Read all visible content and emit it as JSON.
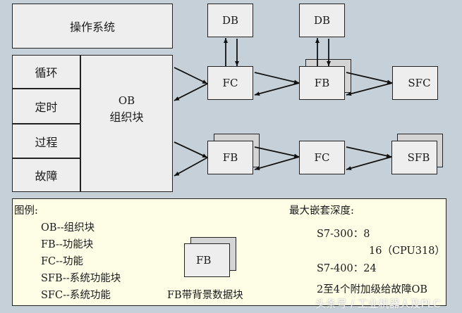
{
  "os_box": {
    "label": "操作系统"
  },
  "ob_events": [
    {
      "label": "循环"
    },
    {
      "label": "定时"
    },
    {
      "label": "过程"
    },
    {
      "label": "故障"
    }
  ],
  "ob_box": {
    "code": "OB",
    "label": "组织块"
  },
  "top_row": {
    "db1": "DB",
    "fc": "FC",
    "db2": "DB",
    "fb": "FB",
    "sfc": "SFC"
  },
  "bottom_row": {
    "fb": "FB",
    "fc": "FC",
    "sfb": "SFB"
  },
  "legend": {
    "title": "图例:",
    "items": [
      "OB--组织块",
      "FB--功能块",
      "FC--功能",
      "SFB--系统功能块",
      "SFC--系统功能"
    ],
    "sample_label": "FB",
    "sample_caption": "FB带背景数据块",
    "nesting_title": "最大嵌套深度:",
    "nesting_lines": [
      "S7-300：8",
      "16（CPU318）",
      "S7-400：24"
    ],
    "extra_note": "2至4个附加级给故障OB"
  },
  "watermark": "头条号 / 工业机器人及PLC"
}
